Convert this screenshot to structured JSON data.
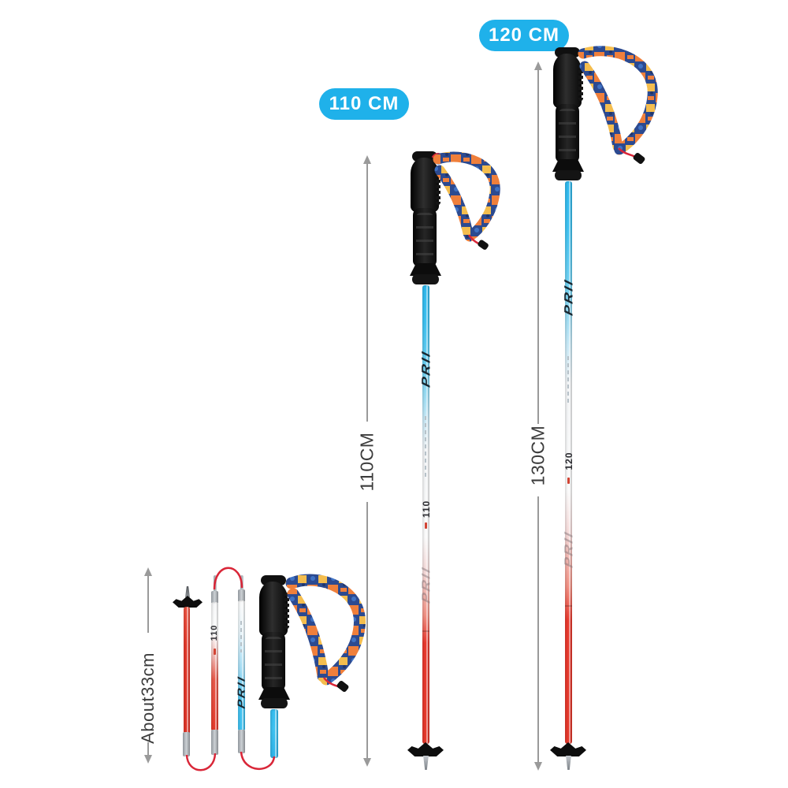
{
  "product": {
    "brand": "PRII"
  },
  "badges": {
    "pole_110": "110 CM",
    "pole_120": "120 CM"
  },
  "dimension_labels": {
    "pole_110_height": "110CM",
    "pole_120_height": "130CM",
    "folded_length": "About33cm"
  },
  "shaft_markings": {
    "pole_110": "110",
    "pole_120": "120",
    "folded_mid_section": "110"
  },
  "colors": {
    "background": "#FFFFFF",
    "badge_bg": "#1FB1EA",
    "badge_text": "#FFFFFF",
    "shaft_blue": "#3EC2F1",
    "shaft_red": "#E93A2F",
    "strap_navy": "#2C4A90",
    "strap_orange": "#EF7F3B",
    "strap_yellow": "#F4BD4E",
    "strap_dot_blue": "#3F72C4",
    "cord_red": "#D92638",
    "handle_black": "#151515",
    "metal_gray": "#A8ADB2",
    "dimension_line": "#9A9A9A",
    "dimension_text": "#3C3C3C"
  }
}
